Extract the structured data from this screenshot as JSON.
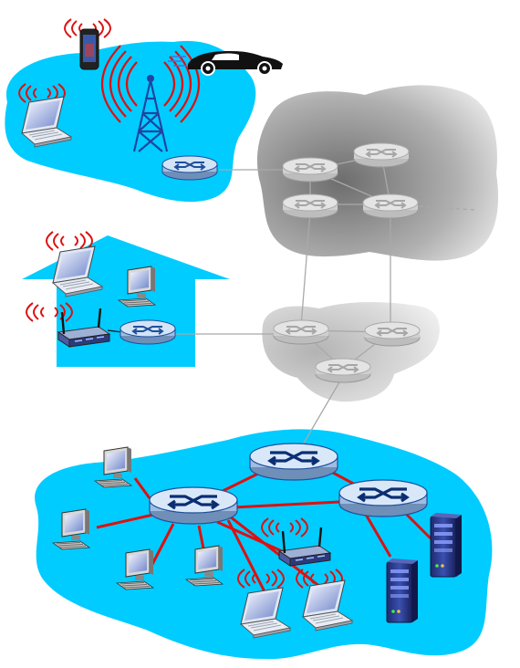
{
  "diagram": {
    "type": "network-topology",
    "regions": {
      "mobile_network": {
        "fill": "#00CCFF",
        "devices": [
          "smartphone-icon",
          "laptop-icon",
          "cell-tower-icon",
          "car-icon",
          "router-icon"
        ]
      },
      "home_network": {
        "fill": "#00CCFF",
        "devices": [
          "laptop-icon",
          "desktop-computer-icon",
          "wireless-access-point-icon",
          "router-icon"
        ]
      },
      "global_isp": {
        "fill": "#8a8a8a",
        "router_count": 4
      },
      "regional_isp": {
        "fill": "#c8c8c8",
        "router_count": 3
      },
      "institutional_network": {
        "fill": "#00CCFF",
        "router_count": 3,
        "hosts": 4,
        "laptops": 2,
        "servers": 2
      }
    },
    "colors": {
      "access_network": "#00CCFF",
      "wired_link": "#dd1111",
      "core_link": "#a9a9a9",
      "wireless_waves": "#dd1111",
      "router_fill": "#b9d6f2",
      "router_stroke": "#1f4f9a",
      "house": "#00CCFF"
    }
  }
}
